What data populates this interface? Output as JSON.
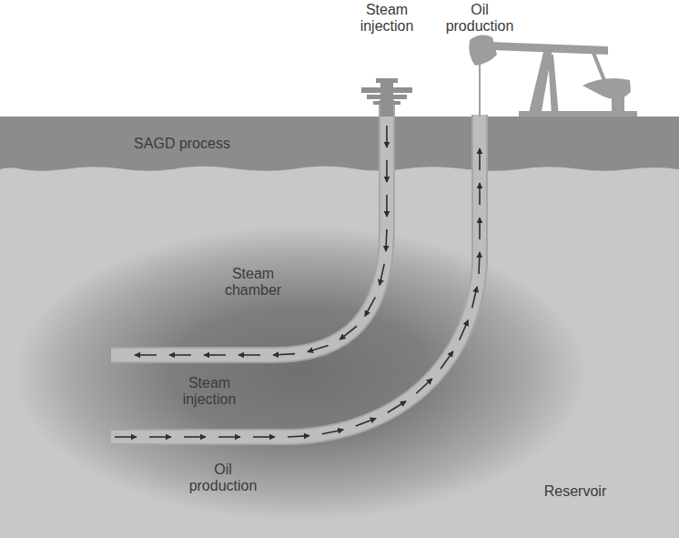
{
  "diagram": {
    "nodes": [
      {
        "text": [
          "SAGD process"
        ]
      },
      {
        "text": [
          "Reservoir"
        ]
      },
      {
        "text": [
          "Steam chamber"
        ],
        "in": 1
      }
    ],
    "labels": [
      "Steam injection",
      "Oil production",
      "Steam injection",
      "Oil production"
    ]
  }
}
